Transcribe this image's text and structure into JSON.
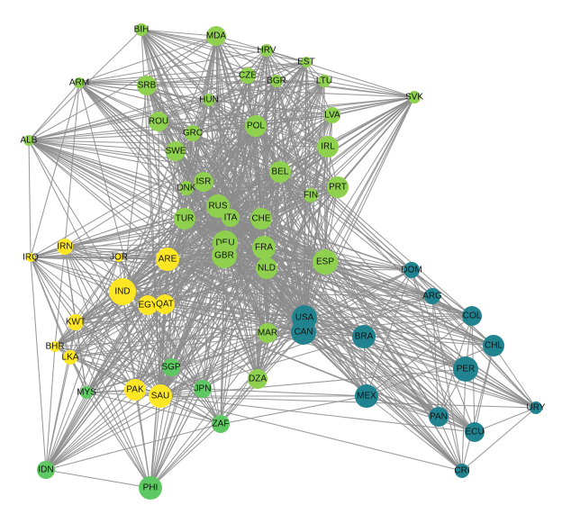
{
  "colors": {
    "cluster_green": "#8fd14f",
    "cluster_dark_green": "#5ec962",
    "cluster_yellow": "#fde725",
    "cluster_teal": "#21838f",
    "edge": "#8c8c8c",
    "label": "#111111"
  },
  "nodes": [
    {
      "id": "BIH",
      "group": "green"
    },
    {
      "id": "MDA",
      "group": "green"
    },
    {
      "id": "HRV",
      "group": "green"
    },
    {
      "id": "EST",
      "group": "green"
    },
    {
      "id": "CZE",
      "group": "green"
    },
    {
      "id": "BGR",
      "group": "green"
    },
    {
      "id": "LTU",
      "group": "green"
    },
    {
      "id": "SVK",
      "group": "green"
    },
    {
      "id": "ARM",
      "group": "green"
    },
    {
      "id": "SRB",
      "group": "green"
    },
    {
      "id": "HUN",
      "group": "green"
    },
    {
      "id": "LVA",
      "group": "green"
    },
    {
      "id": "ROU",
      "group": "green"
    },
    {
      "id": "GRC",
      "group": "green"
    },
    {
      "id": "POL",
      "group": "green"
    },
    {
      "id": "ALB",
      "group": "green"
    },
    {
      "id": "SWE",
      "group": "green"
    },
    {
      "id": "IRL",
      "group": "green"
    },
    {
      "id": "BEL",
      "group": "green"
    },
    {
      "id": "ISR",
      "group": "green"
    },
    {
      "id": "DNK",
      "group": "green"
    },
    {
      "id": "FIN",
      "group": "green"
    },
    {
      "id": "PRT",
      "group": "green"
    },
    {
      "id": "RUS",
      "group": "green"
    },
    {
      "id": "ITA",
      "group": "green"
    },
    {
      "id": "CHE",
      "group": "green"
    },
    {
      "id": "TUR",
      "group": "green"
    },
    {
      "id": "DEU",
      "group": "green"
    },
    {
      "id": "GBR",
      "group": "green"
    },
    {
      "id": "FRA",
      "group": "green"
    },
    {
      "id": "NLD",
      "group": "green"
    },
    {
      "id": "ESP",
      "group": "green"
    },
    {
      "id": "MAR",
      "group": "green"
    },
    {
      "id": "SGP",
      "group": "dark_green"
    },
    {
      "id": "DZA",
      "group": "green"
    },
    {
      "id": "JPN",
      "group": "dark_green"
    },
    {
      "id": "MYS",
      "group": "dark_green"
    },
    {
      "id": "ZAF",
      "group": "dark_green"
    },
    {
      "id": "IDN",
      "group": "dark_green"
    },
    {
      "id": "PHI",
      "group": "dark_green"
    },
    {
      "id": "IRQ",
      "group": "yellow"
    },
    {
      "id": "IRN",
      "group": "yellow"
    },
    {
      "id": "JOR",
      "group": "yellow"
    },
    {
      "id": "ARE",
      "group": "yellow"
    },
    {
      "id": "IND",
      "group": "yellow"
    },
    {
      "id": "EGY",
      "group": "yellow"
    },
    {
      "id": "QAT",
      "group": "yellow"
    },
    {
      "id": "KWT",
      "group": "yellow"
    },
    {
      "id": "BHR",
      "group": "yellow"
    },
    {
      "id": "LKA",
      "group": "yellow"
    },
    {
      "id": "PAK",
      "group": "yellow"
    },
    {
      "id": "SAU",
      "group": "yellow"
    },
    {
      "id": "DOM",
      "group": "teal"
    },
    {
      "id": "ARG",
      "group": "teal"
    },
    {
      "id": "COL",
      "group": "teal"
    },
    {
      "id": "USA",
      "group": "teal"
    },
    {
      "id": "CAN",
      "group": "teal"
    },
    {
      "id": "BRA",
      "group": "teal"
    },
    {
      "id": "CHL",
      "group": "teal"
    },
    {
      "id": "PER",
      "group": "teal"
    },
    {
      "id": "MEX",
      "group": "teal"
    },
    {
      "id": "URY",
      "group": "teal"
    },
    {
      "id": "PAN",
      "group": "teal"
    },
    {
      "id": "ECU",
      "group": "teal"
    },
    {
      "id": "CRI",
      "group": "teal"
    }
  ]
}
